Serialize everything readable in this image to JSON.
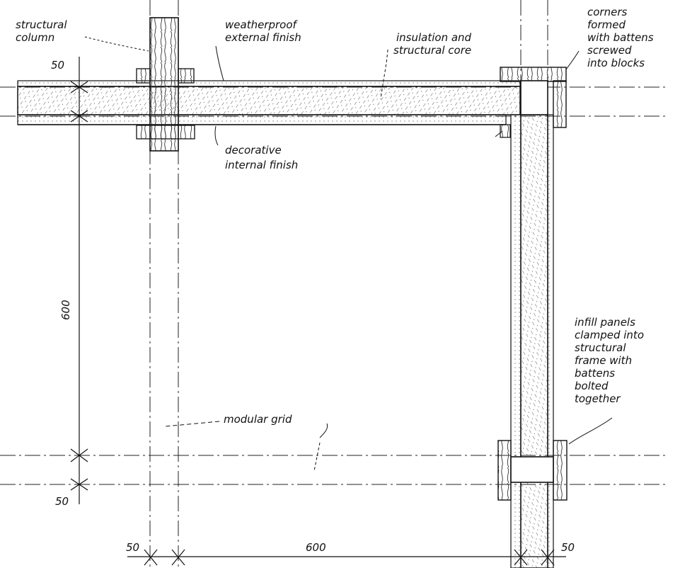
{
  "labels": {
    "structural_column": [
      "structural",
      "column"
    ],
    "weatherproof_finish": [
      "weatherproof",
      "external finish"
    ],
    "insulation_core": [
      "insulation and",
      "structural core"
    ],
    "corners": [
      "corners",
      "formed",
      "with battens",
      "screwed",
      "into blocks"
    ],
    "decorative_finish": [
      "decorative",
      "internal finish"
    ],
    "infill_panels": [
      "infill panels",
      "clamped into",
      "structural",
      "frame with",
      "battens",
      "bolted",
      "together"
    ],
    "modular_grid": "modular grid"
  },
  "dimensions": {
    "top_left_50": "50",
    "vertical_600": "600",
    "bottom_left_50": "50",
    "bottom_50_left": "50",
    "horizontal_600": "600",
    "bottom_50_right": "50"
  },
  "colors": {
    "ink": "#111111",
    "hatch": "#555555",
    "paper": "#ffffff"
  }
}
